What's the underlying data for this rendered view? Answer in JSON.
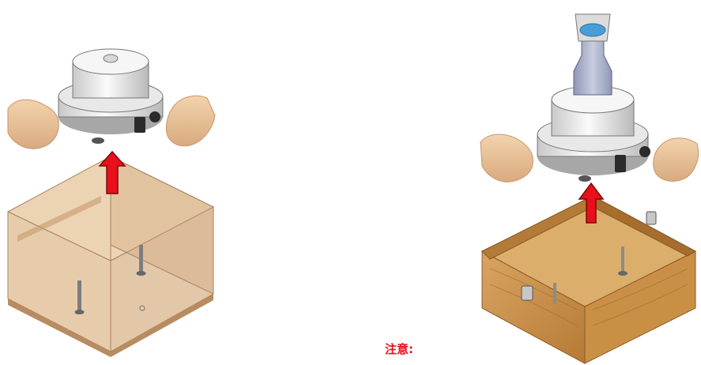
{
  "note": {
    "label": "注意:"
  },
  "colors": {
    "arrow": "#e8101a",
    "note_text": "#e8101a",
    "crate_wood": "#c98f45",
    "translucent_box": "#e7cba6"
  },
  "icons": [
    "hand-icon",
    "instrument-unit",
    "lift-arrow-icon",
    "wooden-box"
  ]
}
